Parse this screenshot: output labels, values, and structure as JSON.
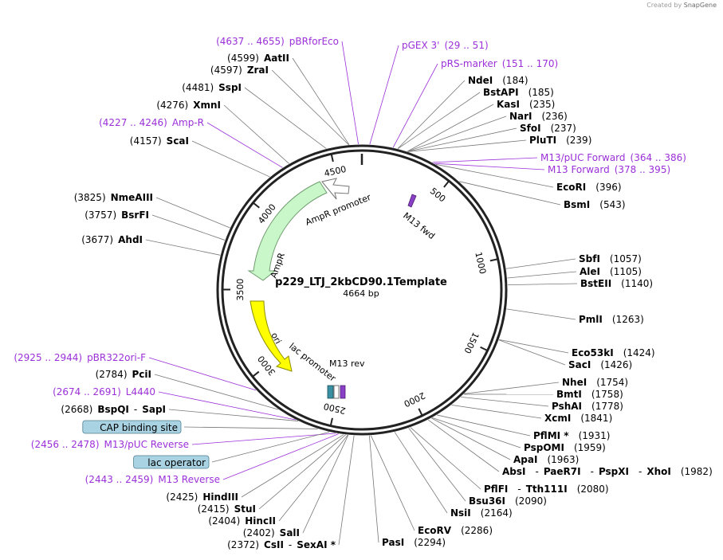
{
  "credit": {
    "prefix": "Created by",
    "brand": "SnapGene"
  },
  "plasmid": {
    "name": "p229_LTJ_2kbCD90.1Template",
    "size": "4664 bp"
  },
  "ticks": [
    "500",
    "1000",
    "1500",
    "2000",
    "2500",
    "3000",
    "3500",
    "4000",
    "4500"
  ],
  "features": [
    {
      "name": "AmpR promoter",
      "type": "promoter"
    },
    {
      "name": "AmpR",
      "type": "CDS"
    },
    {
      "name": "ori",
      "type": "rep_origin"
    },
    {
      "name": "lac promoter",
      "type": "promoter"
    },
    {
      "name": "M13 fwd",
      "type": "primer_bind"
    },
    {
      "name": "M13 rev",
      "type": "primer_bind"
    }
  ],
  "right_labels": [
    {
      "segs": [
        {
          "t": "pGEX 3'",
          "c": "primer"
        },
        {
          "t": "(29 .. 51)",
          "c": "primer"
        }
      ]
    },
    {
      "segs": [
        {
          "t": "pRS-marker",
          "c": "primer"
        },
        {
          "t": "(151 .. 170)",
          "c": "primer"
        }
      ]
    },
    {
      "segs": [
        {
          "t": "NdeI",
          "c": "enz"
        },
        {
          "t": "(184)",
          "c": "pos"
        }
      ]
    },
    {
      "segs": [
        {
          "t": "BstAPI",
          "c": "enz"
        },
        {
          "t": "(185)",
          "c": "pos"
        }
      ]
    },
    {
      "segs": [
        {
          "t": "KasI",
          "c": "enz"
        },
        {
          "t": "(235)",
          "c": "pos"
        }
      ]
    },
    {
      "segs": [
        {
          "t": "NarI",
          "c": "enz"
        },
        {
          "t": "(236)",
          "c": "pos"
        }
      ]
    },
    {
      "segs": [
        {
          "t": "SfoI",
          "c": "enz"
        },
        {
          "t": "(237)",
          "c": "pos"
        }
      ]
    },
    {
      "segs": [
        {
          "t": "PluTI",
          "c": "enz"
        },
        {
          "t": "(239)",
          "c": "pos"
        }
      ]
    },
    {
      "segs": [
        {
          "t": "M13/pUC Forward",
          "c": "primer"
        },
        {
          "t": "(364 .. 386)",
          "c": "primer"
        }
      ]
    },
    {
      "segs": [
        {
          "t": "M13 Forward",
          "c": "primer"
        },
        {
          "t": "(378 .. 395)",
          "c": "primer"
        }
      ]
    },
    {
      "segs": [
        {
          "t": "EcoRI",
          "c": "enz"
        },
        {
          "t": "(396)",
          "c": "pos"
        }
      ]
    },
    {
      "segs": [
        {
          "t": "BsmI",
          "c": "enz"
        },
        {
          "t": "(543)",
          "c": "pos"
        }
      ]
    },
    {
      "segs": [
        {
          "t": "SbfI",
          "c": "enz"
        },
        {
          "t": "(1057)",
          "c": "pos"
        }
      ]
    },
    {
      "segs": [
        {
          "t": "AleI",
          "c": "enz"
        },
        {
          "t": "(1105)",
          "c": "pos"
        }
      ]
    },
    {
      "segs": [
        {
          "t": "BstEII",
          "c": "enz"
        },
        {
          "t": "(1140)",
          "c": "pos"
        }
      ]
    },
    {
      "segs": [
        {
          "t": "PmlI",
          "c": "enz"
        },
        {
          "t": "(1263)",
          "c": "pos"
        }
      ]
    },
    {
      "segs": [
        {
          "t": "Eco53kI",
          "c": "enz"
        },
        {
          "t": "(1424)",
          "c": "pos"
        }
      ]
    },
    {
      "segs": [
        {
          "t": "SacI",
          "c": "enz"
        },
        {
          "t": "(1426)",
          "c": "pos"
        }
      ]
    },
    {
      "segs": [
        {
          "t": "NheI",
          "c": "enz"
        },
        {
          "t": "(1754)",
          "c": "pos"
        }
      ]
    },
    {
      "segs": [
        {
          "t": "BmtI",
          "c": "enz"
        },
        {
          "t": "(1758)",
          "c": "pos"
        }
      ]
    },
    {
      "segs": [
        {
          "t": "PshAI",
          "c": "enz"
        },
        {
          "t": "(1778)",
          "c": "pos"
        }
      ]
    },
    {
      "segs": [
        {
          "t": "XcmI",
          "c": "enz"
        },
        {
          "t": "(1841)",
          "c": "pos"
        }
      ]
    },
    {
      "segs": [
        {
          "t": "PflMI *",
          "c": "enz"
        },
        {
          "t": "(1931)",
          "c": "pos"
        }
      ]
    },
    {
      "segs": [
        {
          "t": "PspOMI",
          "c": "enz"
        },
        {
          "t": "(1959)",
          "c": "pos"
        }
      ]
    },
    {
      "segs": [
        {
          "t": "ApaI",
          "c": "enz"
        },
        {
          "t": "(1963)",
          "c": "pos"
        }
      ]
    },
    {
      "segs": [
        {
          "t": "AbsI",
          "c": "enz"
        },
        {
          "t": "-",
          "c": "pos"
        },
        {
          "t": "PaeR7I",
          "c": "enz"
        },
        {
          "t": "-",
          "c": "pos"
        },
        {
          "t": "PspXI",
          "c": "enz"
        },
        {
          "t": "-",
          "c": "pos"
        },
        {
          "t": "XhoI",
          "c": "enz"
        },
        {
          "t": "(1982)",
          "c": "pos"
        }
      ]
    },
    {
      "segs": [
        {
          "t": "PflFI",
          "c": "enz"
        },
        {
          "t": "-",
          "c": "pos"
        },
        {
          "t": "Tth111I",
          "c": "enz"
        },
        {
          "t": "(2080)",
          "c": "pos"
        }
      ]
    },
    {
      "segs": [
        {
          "t": "Bsu36I",
          "c": "enz"
        },
        {
          "t": "(2090)",
          "c": "pos"
        }
      ]
    },
    {
      "segs": [
        {
          "t": "NsiI",
          "c": "enz"
        },
        {
          "t": "(2164)",
          "c": "pos"
        }
      ]
    },
    {
      "segs": [
        {
          "t": "EcoRV",
          "c": "enz"
        },
        {
          "t": "(2286)",
          "c": "pos"
        }
      ]
    },
    {
      "segs": [
        {
          "t": "PasI",
          "c": "enz"
        },
        {
          "t": "(2294)",
          "c": "pos"
        }
      ]
    }
  ],
  "left_labels": [
    {
      "segs": [
        {
          "t": "(4637 .. 4655)",
          "c": "primer"
        },
        {
          "t": "pBRforEco",
          "c": "primer"
        }
      ]
    },
    {
      "segs": [
        {
          "t": "(4599)",
          "c": "pos"
        },
        {
          "t": "AatII",
          "c": "enz"
        }
      ]
    },
    {
      "segs": [
        {
          "t": "(4597)",
          "c": "pos"
        },
        {
          "t": "ZraI",
          "c": "enz"
        }
      ]
    },
    {
      "segs": [
        {
          "t": "(4481)",
          "c": "pos"
        },
        {
          "t": "SspI",
          "c": "enz"
        }
      ]
    },
    {
      "segs": [
        {
          "t": "(4276)",
          "c": "pos"
        },
        {
          "t": "XmnI",
          "c": "enz"
        }
      ]
    },
    {
      "segs": [
        {
          "t": "(4227 .. 4246)",
          "c": "primer"
        },
        {
          "t": "Amp-R",
          "c": "primer"
        }
      ]
    },
    {
      "segs": [
        {
          "t": "(4157)",
          "c": "pos"
        },
        {
          "t": "ScaI",
          "c": "enz"
        }
      ]
    },
    {
      "segs": [
        {
          "t": "(3825)",
          "c": "pos"
        },
        {
          "t": "NmeAIII",
          "c": "enz"
        }
      ]
    },
    {
      "segs": [
        {
          "t": "(3757)",
          "c": "pos"
        },
        {
          "t": "BsrFI",
          "c": "enz"
        }
      ]
    },
    {
      "segs": [
        {
          "t": "(3677)",
          "c": "pos"
        },
        {
          "t": "AhdI",
          "c": "enz"
        }
      ]
    },
    {
      "segs": [
        {
          "t": "(2925 .. 2944)",
          "c": "primer"
        },
        {
          "t": "pBR322ori-F",
          "c": "primer"
        }
      ]
    },
    {
      "segs": [
        {
          "t": "(2784)",
          "c": "pos"
        },
        {
          "t": "PciI",
          "c": "enz"
        }
      ]
    },
    {
      "segs": [
        {
          "t": "(2674 .. 2691)",
          "c": "primer"
        },
        {
          "t": "L4440",
          "c": "primer"
        }
      ]
    },
    {
      "segs": [
        {
          "t": "(2668)",
          "c": "pos"
        },
        {
          "t": "BspQI",
          "c": "enz"
        },
        {
          "t": "-",
          "c": "pos"
        },
        {
          "t": "SapI",
          "c": "enz"
        }
      ]
    },
    {
      "segs": [
        {
          "t": "CAP binding site",
          "c": "box"
        }
      ]
    },
    {
      "segs": [
        {
          "t": "(2456 .. 2478)",
          "c": "primer"
        },
        {
          "t": "M13/pUC Reverse",
          "c": "primer"
        }
      ]
    },
    {
      "segs": [
        {
          "t": "lac operator",
          "c": "box"
        }
      ]
    },
    {
      "segs": [
        {
          "t": "(2443 .. 2459)",
          "c": "primer"
        },
        {
          "t": "M13 Reverse",
          "c": "primer"
        }
      ]
    },
    {
      "segs": [
        {
          "t": "(2425)",
          "c": "pos"
        },
        {
          "t": "HindIII",
          "c": "enz"
        }
      ]
    },
    {
      "segs": [
        {
          "t": "(2415)",
          "c": "pos"
        },
        {
          "t": "StuI",
          "c": "enz"
        }
      ]
    },
    {
      "segs": [
        {
          "t": "(2404)",
          "c": "pos"
        },
        {
          "t": "HincII",
          "c": "enz"
        }
      ]
    },
    {
      "segs": [
        {
          "t": "(2402)",
          "c": "pos"
        },
        {
          "t": "SalI",
          "c": "enz"
        }
      ]
    },
    {
      "segs": [
        {
          "t": "(2372)",
          "c": "pos"
        },
        {
          "t": "CsII",
          "c": "enz"
        },
        {
          "t": "-",
          "c": "pos"
        },
        {
          "t": "SexAI *",
          "c": "enz"
        }
      ]
    }
  ],
  "colors": {
    "primer": "#9b30d9",
    "ampr": "#c9f7c9",
    "ampr_promoter": "#ffffff",
    "ori": "#ffff00",
    "box": "#a9d3e3",
    "backbone": "#222222"
  }
}
